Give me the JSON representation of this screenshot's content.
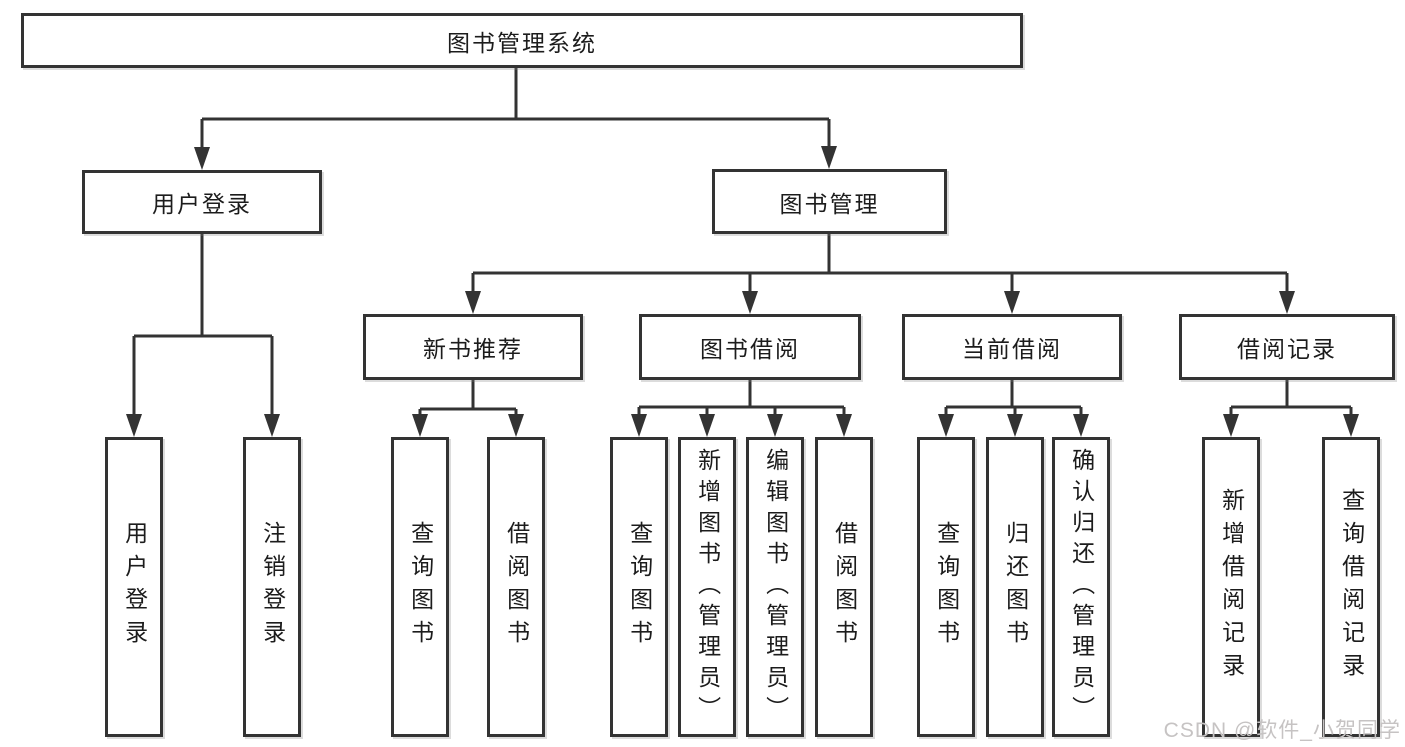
{
  "diagram": {
    "root": {
      "label": "图书管理系统"
    },
    "branches": [
      {
        "label": "用户登录",
        "children": [
          {
            "label": "用户登录"
          },
          {
            "label": "注销登录"
          }
        ]
      },
      {
        "label": "图书管理",
        "children": [
          {
            "label": "新书推荐",
            "children": [
              {
                "label": "查询图书"
              },
              {
                "label": "借阅图书"
              }
            ]
          },
          {
            "label": "图书借阅",
            "children": [
              {
                "label": "查询图书"
              },
              {
                "label": "新增图书（管理员）"
              },
              {
                "label": "编辑图书（管理员）"
              },
              {
                "label": "借阅图书"
              }
            ]
          },
          {
            "label": "当前借阅",
            "children": [
              {
                "label": "查询图书"
              },
              {
                "label": "归还图书"
              },
              {
                "label": "确认归还（管理员）"
              }
            ]
          },
          {
            "label": "借阅记录",
            "children": [
              {
                "label": "新增借阅记录"
              },
              {
                "label": "查询借阅记录"
              }
            ]
          }
        ]
      }
    ]
  },
  "watermark": {
    "text": "CSDN @软件_小贺同学"
  },
  "colors": {
    "line": "#333333",
    "text": "#1c1c1c",
    "watermark": "#c6c3c3",
    "background": "#ffffff"
  }
}
